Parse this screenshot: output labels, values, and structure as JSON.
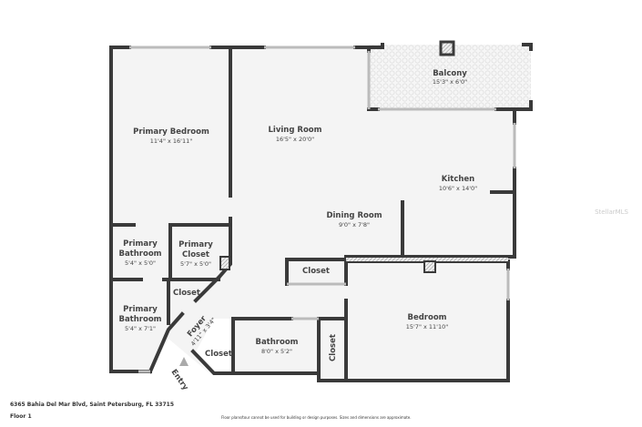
{
  "rooms": {
    "primary_bedroom": {
      "name": "Primary Bedroom",
      "dim": "11'4\" x 16'11\""
    },
    "living_room": {
      "name": "Living Room",
      "dim": "16'5\" x 20'0\""
    },
    "balcony": {
      "name": "Balcony",
      "dim": "15'3\" x 6'0\""
    },
    "kitchen": {
      "name": "Kitchen",
      "dim": "10'6\" x 14'0\""
    },
    "dining_room": {
      "name": "Dining Room",
      "dim": "9'0\" x 7'8\""
    },
    "primary_bathroom_1": {
      "name1": "Primary",
      "name2": "Bathroom",
      "dim": "5'4\" x 5'0\""
    },
    "primary_closet": {
      "name1": "Primary",
      "name2": "Closet",
      "dim": "5'7\" x 5'0\""
    },
    "primary_bathroom_2": {
      "name1": "Primary",
      "name2": "Bathroom",
      "dim": "5'4\" x 7'1\""
    },
    "closet_foyer": {
      "name": "Closet"
    },
    "foyer": {
      "name": "Foyer",
      "dim": "4'11\" x 3'4\""
    },
    "closet_lower": {
      "name": "Closet"
    },
    "bathroom": {
      "name": "Bathroom",
      "dim": "8'0\" x 5'2\""
    },
    "closet_vertical": {
      "name": "Closet"
    },
    "closet_middle": {
      "name": "Closet"
    },
    "bedroom": {
      "name": "Bedroom",
      "dim": "15'7\" x 11'10\""
    }
  },
  "entry": "Entry",
  "watermark": "StellarMLS",
  "footer": {
    "address": "6365 Bahia Del Mar Blvd, Saint Petersburg, FL 33715",
    "floor": "Floor 1",
    "disclaimer": "Floor plans/tour cannot be used for building or design purposes. Sizes and dimensions are approximate."
  }
}
